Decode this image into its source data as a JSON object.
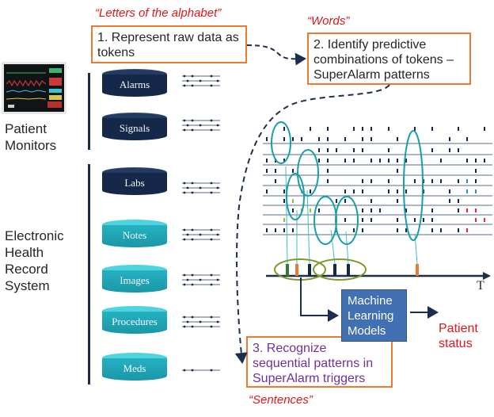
{
  "quotes": {
    "letters": "“Letters of the alphabet”",
    "words": "“Words”",
    "sentences": "“Sentences”"
  },
  "steps": {
    "step1": "1. Represent raw data as tokens",
    "step2": "2. Identify predictive combinations of tokens – SuperAlarm patterns",
    "step3": "3. Recognize sequential patterns in SuperAlarm triggers"
  },
  "sources": {
    "patient_monitors": "Patient Monitors",
    "ehr": "Electronic Health Record System"
  },
  "databases": [
    {
      "label": "Alarms",
      "style": "dark",
      "group": "patient_monitors"
    },
    {
      "label": "Signals",
      "style": "dark",
      "group": "patient_monitors"
    },
    {
      "label": "Labs",
      "style": "dark",
      "group": "ehr"
    },
    {
      "label": "Notes",
      "style": "teal",
      "group": "ehr"
    },
    {
      "label": "Images",
      "style": "teal",
      "group": "ehr"
    },
    {
      "label": "Procedures",
      "style": "teal",
      "group": "ehr"
    },
    {
      "label": "Meds",
      "style": "teal",
      "group": "ehr"
    }
  ],
  "ml_box": "Machine Learning Models",
  "output_label": "Patient status",
  "time_axis_label": "T",
  "icons": {
    "monitor": "patient-monitor-photo-icon",
    "database": "database-cylinder-icon",
    "token_lines": "token-timeline-icon"
  },
  "colors": {
    "accent_orange": "#ec7a31",
    "quote_red": "#e0161b",
    "navy": "#15284a",
    "teal": "#1fa5b4",
    "ellipse_teal": "#1a9ea8",
    "ellipse_olive": "#7d9a2e",
    "ml_blue": "#4170b3",
    "step3_purple": "#7030a0"
  }
}
